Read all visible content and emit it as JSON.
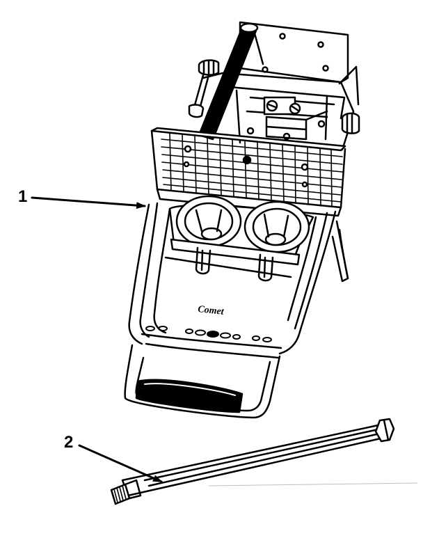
{
  "callouts": [
    {
      "number": "1",
      "part": "assembly"
    },
    {
      "number": "2",
      "part": "rod"
    }
  ],
  "brand_mark": "Comet",
  "colors": {
    "ink": "#000000",
    "paper": "#ffffff"
  }
}
